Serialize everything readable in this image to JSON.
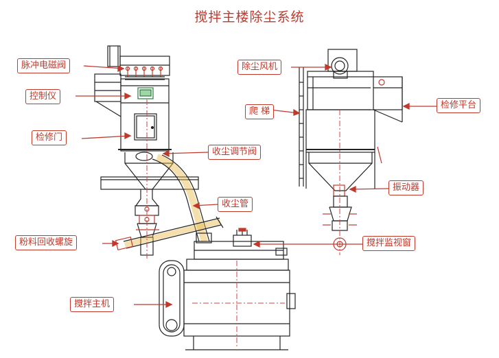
{
  "title": "搅拌主楼除尘系统",
  "labels": {
    "pulse_valve": "脉冲电磁阀",
    "controller": "控制仪",
    "access_door": "检修门",
    "dust_valve": "收尘调节阀",
    "dust_pipe": "收尘管",
    "powder_screw": "粉料回收螺旋",
    "main_mixer": "搅拌主机",
    "dust_fan": "除尘风机",
    "ladder": "爬 梯",
    "platform": "检修平台",
    "vibrator": "振动器",
    "sight_window": "搅拌监视窗"
  },
  "colors": {
    "label_red": "#c0392b",
    "line_black": "#222222",
    "centerline_red": "#d04040"
  }
}
